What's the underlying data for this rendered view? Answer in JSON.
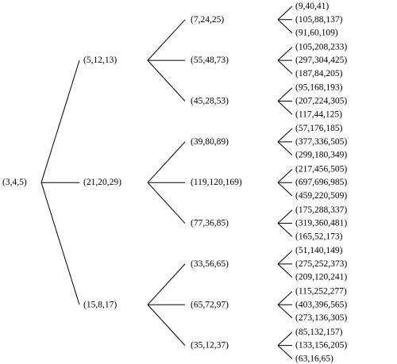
{
  "tree": {
    "label": "(3,4,5)",
    "children": [
      {
        "label": "(5,12,13)",
        "children": [
          {
            "label": "(7,24,25)",
            "children": [
              {
                "label": "(9,40,41)"
              },
              {
                "label": "(105,88,137)"
              },
              {
                "label": "(91,60,109)"
              }
            ]
          },
          {
            "label": "(55,48,73)",
            "children": [
              {
                "label": "(105,208,233)"
              },
              {
                "label": "(297,304,425)"
              },
              {
                "label": "(187,84,205)"
              }
            ]
          },
          {
            "label": "(45,28,53)",
            "children": [
              {
                "label": "(95,168,193)"
              },
              {
                "label": "(207,224,305)"
              },
              {
                "label": "(117,44,125)"
              }
            ]
          }
        ]
      },
      {
        "label": "(21,20,29)",
        "children": [
          {
            "label": "(39,80,89)",
            "children": [
              {
                "label": "(57,176,185)"
              },
              {
                "label": "(377,336,505)"
              },
              {
                "label": "(299,180,349)"
              }
            ]
          },
          {
            "label": "(119,120,169)",
            "children": [
              {
                "label": "(217,456,505)"
              },
              {
                "label": "(697,696,985)"
              },
              {
                "label": "(459,220,509)"
              }
            ]
          },
          {
            "label": "(77,36,85)",
            "children": [
              {
                "label": "(175,288,337)"
              },
              {
                "label": "(319,360,481)"
              },
              {
                "label": "(165,52,173)"
              }
            ]
          }
        ]
      },
      {
        "label": "(15,8,17)",
        "children": [
          {
            "label": "(33,56,65)",
            "children": [
              {
                "label": "(51,140,149)"
              },
              {
                "label": "(275,252,373)"
              },
              {
                "label": "(209,120,241)"
              }
            ]
          },
          {
            "label": "(65,72,97)",
            "children": [
              {
                "label": "(115,252,277)"
              },
              {
                "label": "(403,396,565)"
              },
              {
                "label": "(273,136,305)"
              }
            ]
          },
          {
            "label": "(35,12,37)",
            "children": [
              {
                "label": "(85,132,157)"
              },
              {
                "label": "(133,156,205)"
              },
              {
                "label": "(63,16,65)"
              }
            ]
          }
        ]
      }
    ]
  }
}
